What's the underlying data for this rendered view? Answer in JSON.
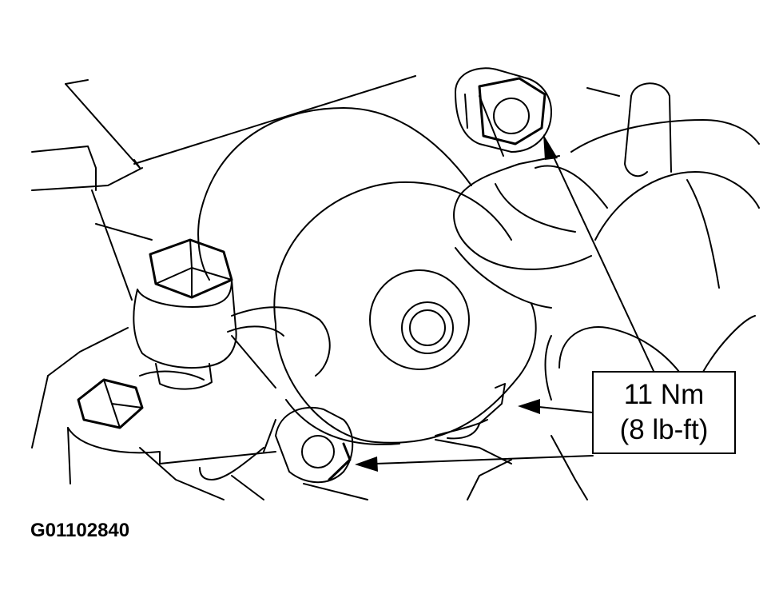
{
  "callout": {
    "torque_metric": "11 Nm",
    "torque_imperial": "(8 lb-ft)"
  },
  "figure_id": "G01102840",
  "colors": {
    "line": "#000000",
    "background": "#ffffff"
  }
}
